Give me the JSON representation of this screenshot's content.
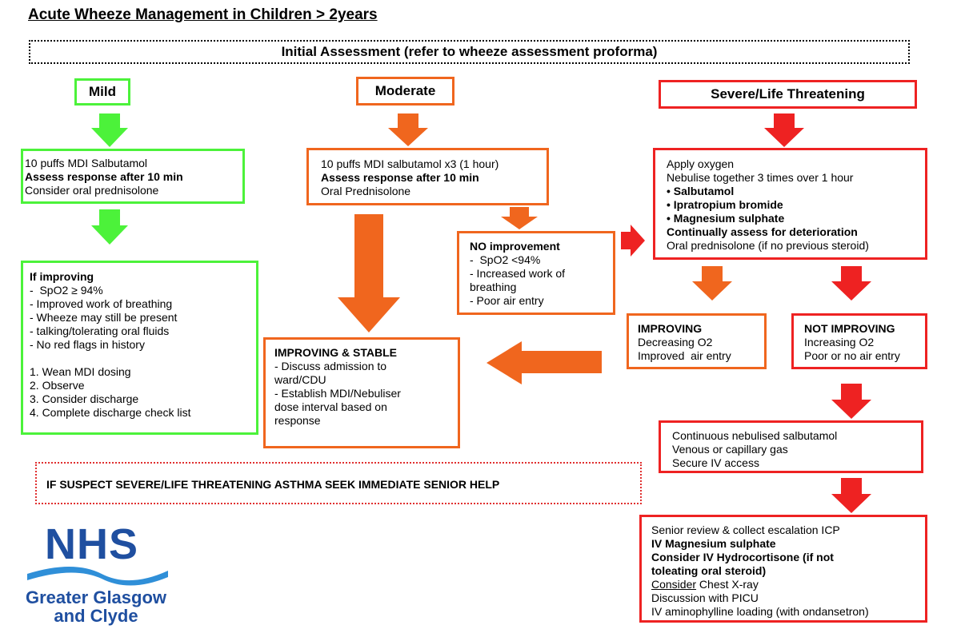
{
  "title": "Acute Wheeze Management in Children > 2years",
  "initial_assessment": "Initial Assessment (refer to wheeze assessment proforma)",
  "severity": {
    "mild": "Mild",
    "moderate": "Moderate",
    "severe": "Severe/Life Threatening"
  },
  "mild_treatment": [
    "10 puffs MDI Salbutamol",
    "Assess response after 10 min",
    "Consider oral prednisolone"
  ],
  "mild_improving": {
    "heading": "If improving",
    "lines": [
      "-  SpO2 ≥ 94%",
      "- Improved work of breathing",
      "- Wheeze may still be present",
      "- talking/tolerating oral fluids",
      "- No red flags in history"
    ],
    "steps": [
      "1. Wean MDI dosing",
      "2. Observe",
      "3. Consider discharge",
      "4. Complete discharge check list"
    ]
  },
  "moderate_treatment": [
    "10 puffs MDI salbutamol x3 (1 hour)",
    "Assess response after 10 min",
    "Oral Prednisolone"
  ],
  "no_improvement": {
    "heading": "NO improvement",
    "lines": [
      "-  SpO2 <94%",
      "- Increased work of",
      "breathing",
      "- Poor air entry"
    ]
  },
  "improving_stable": {
    "heading": "IMPROVING & STABLE",
    "lines": [
      "- Discuss admission to",
      "ward/CDU",
      "- Establish MDI/Nebuliser",
      "dose interval based on",
      "response"
    ]
  },
  "severe_treatment": {
    "lines": [
      "Apply oxygen",
      "Nebulise together 3 times over 1 hour"
    ],
    "bullets": [
      "• Salbutamol",
      "• Ipratropium bromide",
      "• Magnesium sulphate"
    ],
    "assess": "Continually assess for deterioration",
    "steroid": "Oral prednisolone (if no previous steroid)"
  },
  "improving": {
    "heading": "IMPROVING",
    "lines": [
      "Decreasing O2",
      "Improved  air entry"
    ]
  },
  "not_improving": {
    "heading": "NOT IMPROVING",
    "lines": [
      "Increasing O2",
      "Poor or no air entry"
    ]
  },
  "continuous": [
    "Continuous nebulised salbutamol",
    "Venous or capillary gas",
    "Secure IV access"
  ],
  "senior": {
    "line1": "Senior review & collect escalation ICP",
    "bold1": "IV Magnesium sulphate",
    "bold2": "Consider IV Hydrocortisone (if not",
    "bold3": "toleating oral steroid)",
    "consider_ul": "Consider",
    "consider_rest": " Chest X-ray",
    "line5": "Discussion with PICU",
    "line6": "IV aminophylline loading (with ondansetron)"
  },
  "warning": "IF SUSPECT SEVERE/LIFE THREATENING ASTHMA SEEK IMMEDIATE SENIOR HELP",
  "logo": {
    "nhs": "NHS",
    "line1": "Greater Glasgow",
    "line2": "and Clyde"
  },
  "colors": {
    "mild": "#4cf23a",
    "moderate": "#f0661e",
    "severe": "#ee2222",
    "nhs_blue": "#1f4fa0",
    "nhs_light_blue": "#2f8fd8"
  }
}
